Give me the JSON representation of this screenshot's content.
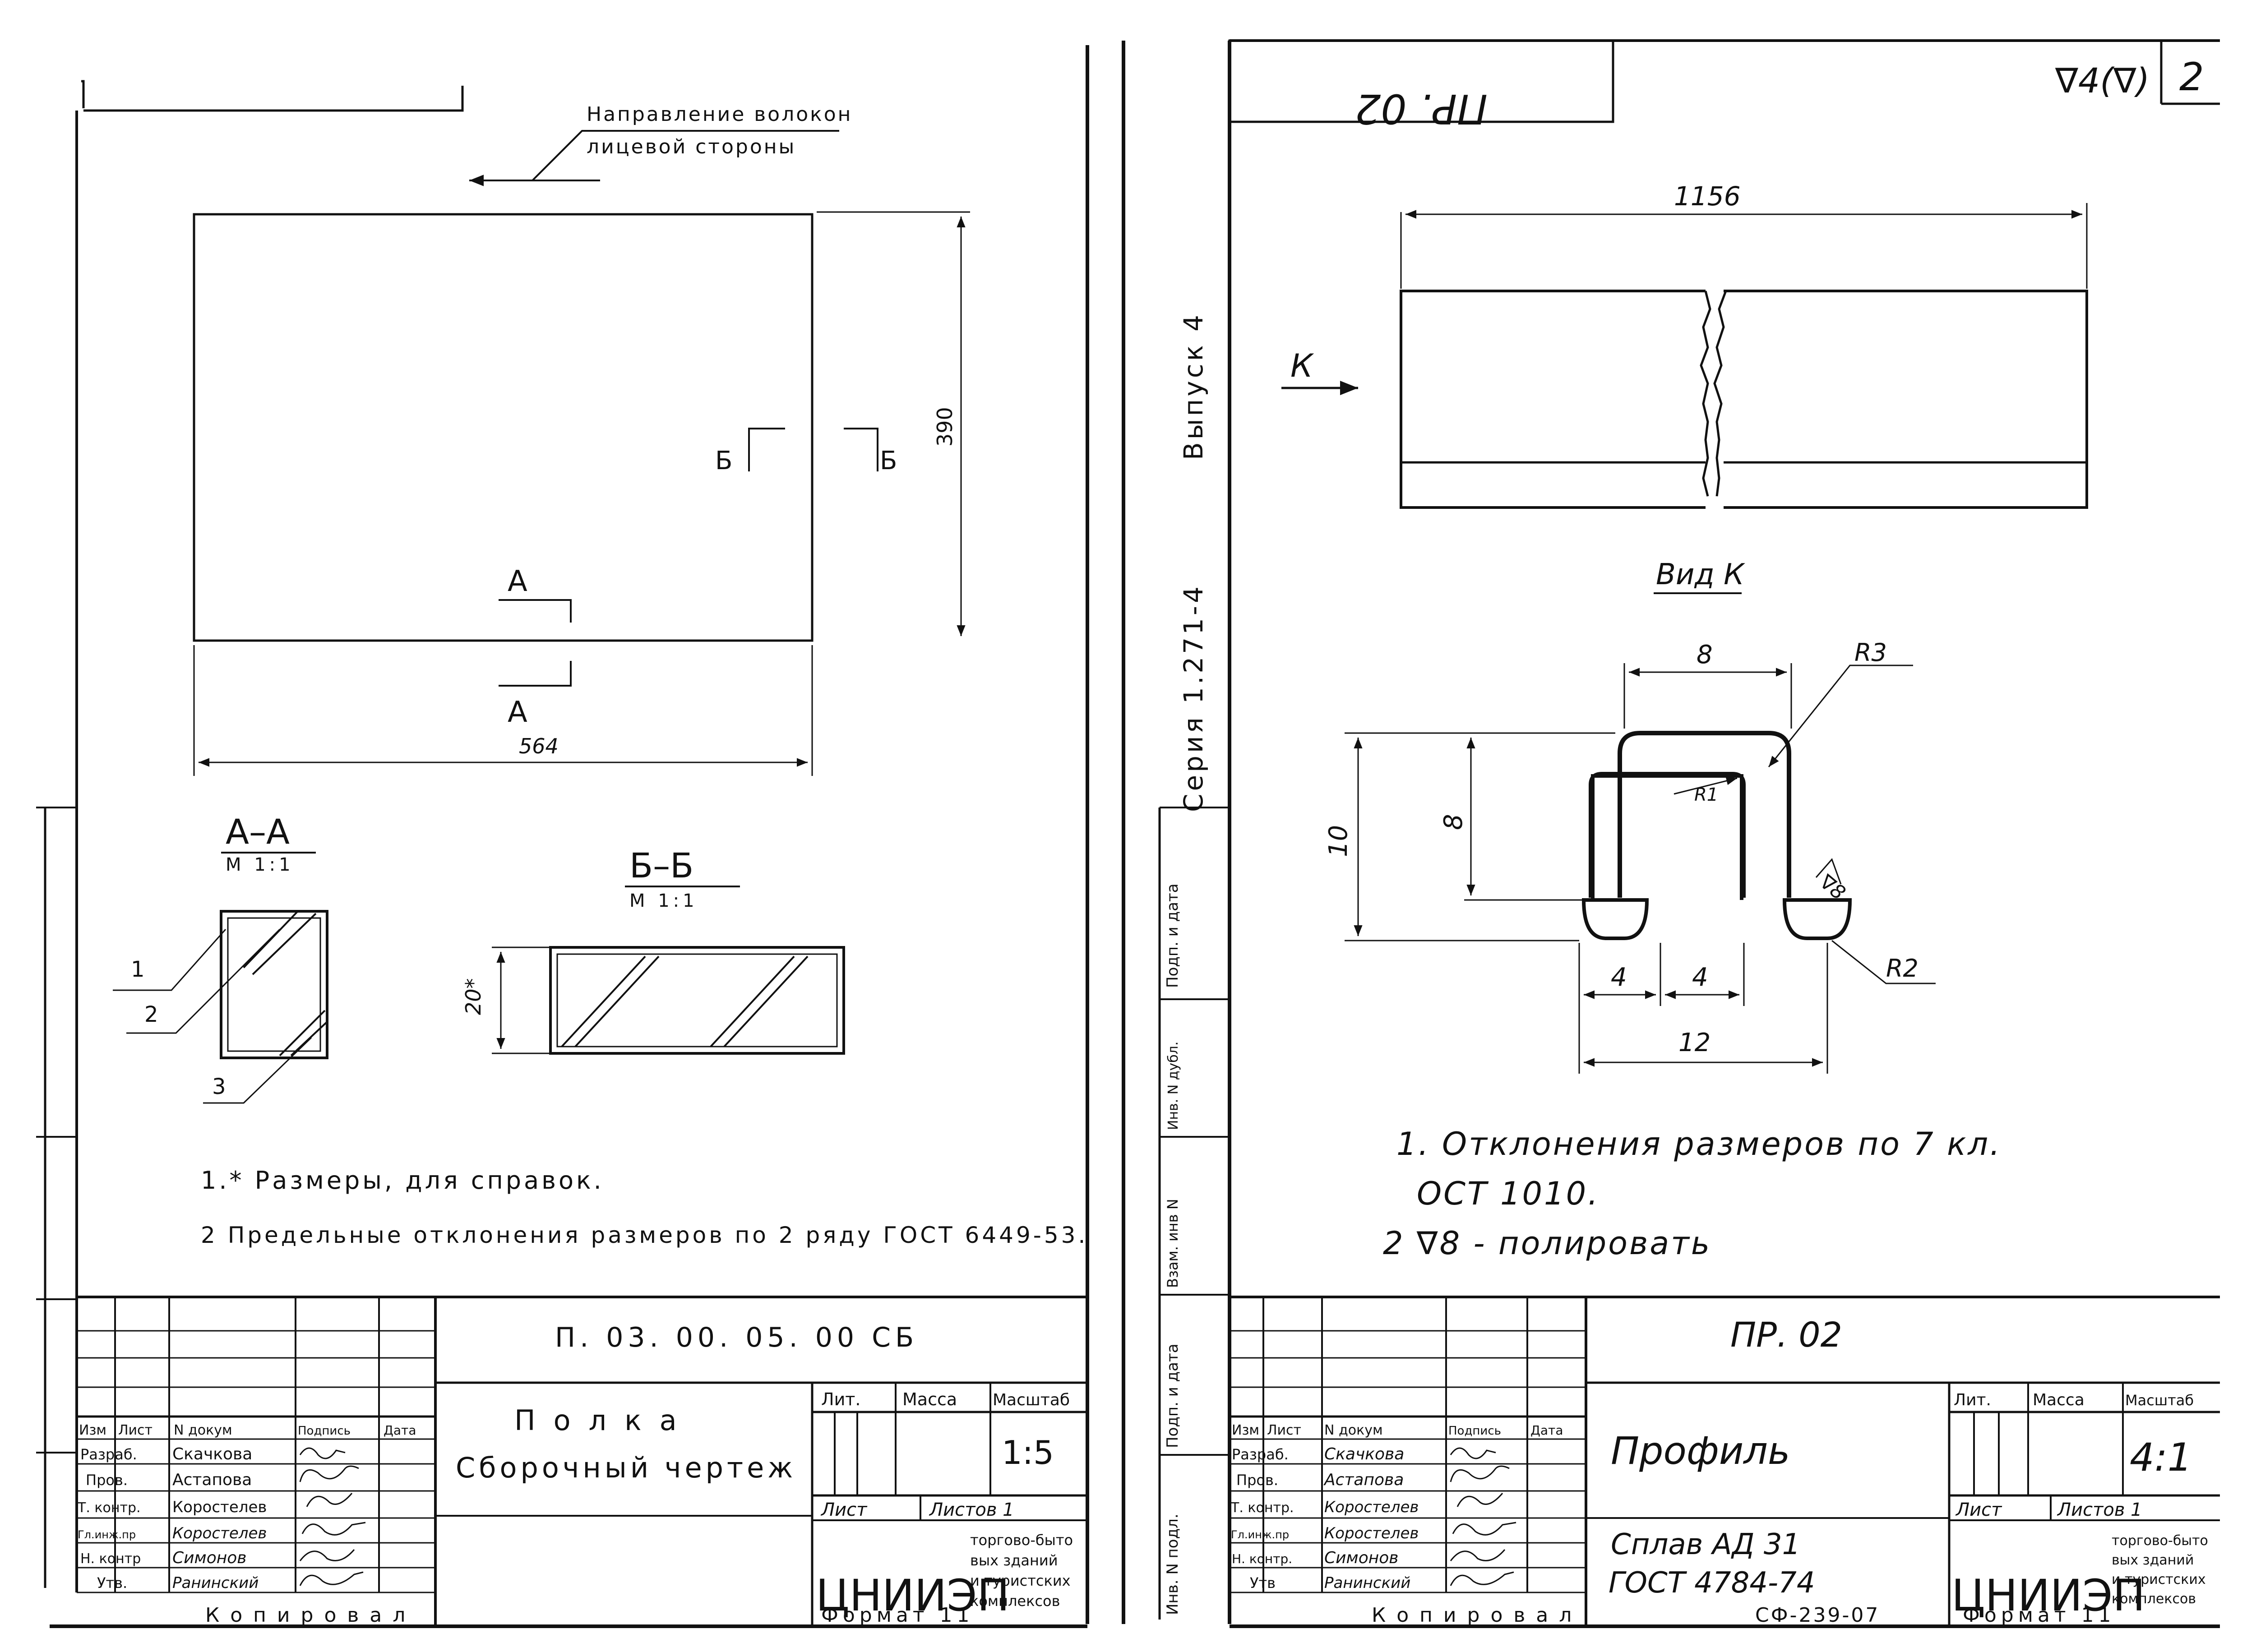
{
  "left_sheet": {
    "fiber_note_line1": "Направление волокон",
    "fiber_note_line2": "лицевой стороны",
    "dim_length": "564",
    "dim_height": "390",
    "section_mark_a_top": "А",
    "section_mark_a_bottom": "А",
    "section_mark_b_left": "Б",
    "section_mark_b_right": "Б",
    "section_aa_title": "А–А",
    "section_aa_scale": "М 1:1",
    "section_bb_title": "Б–Б",
    "section_bb_scale": "М 1:1",
    "section_bb_dim": "20*",
    "callout_1": "1",
    "callout_2": "2",
    "callout_3": "3",
    "note_1": "1.* Размеры, для справок.",
    "note_2": "2 Предельные отклонения размеров по 2 ряду ГОСТ 6449-53.",
    "title_block": {
      "doc_code": "П. 03. 00. 05. 00 СБ",
      "name_line1": "Полка",
      "name_line2": "Сборочный чертеж",
      "header_cols": [
        "Изм",
        "Лист",
        "N докум",
        "Подпись",
        "Дата"
      ],
      "roles": [
        "Разраб.",
        "Пров.",
        "Т. контр.",
        "Гл.инж.пр",
        "Н. контр",
        "Утв."
      ],
      "names": [
        "Скачкова",
        "Астапова",
        "Коростелев",
        "Коростелев",
        "Симонов",
        "Ранинский"
      ],
      "lit_label": "Лит.",
      "mass_label": "Масса",
      "scale_label": "Масштаб",
      "scale_value": "1:5",
      "sheet_label": "Лист",
      "sheets_label": "Листов 1",
      "org_abbr": "ЦНИИЭП",
      "org_line1": "торгово-быто",
      "org_line2": "вых зданий",
      "org_line3": "и туристских",
      "org_line4": "комплексов"
    },
    "copied_label": "Копировал",
    "format_label": "Формат 11"
  },
  "middle_strip": {
    "series": "Серия 1.271-4",
    "issue": "Выпуск 4",
    "strip_labels": [
      "Подп. и дата",
      "Инв. N дубл.",
      "Взам. инв N",
      "Подп. и дата",
      "Инв. N подл."
    ]
  },
  "right_sheet": {
    "mirrored_code": "ПР. 02",
    "roughness_mark": "∇4(∇)",
    "corner_digit": "2",
    "dim_length": "1156",
    "view_arrow_label": "К",
    "view_title": "Вид К",
    "dims": {
      "top_width": "8",
      "radius_outer": "R3",
      "radius_inner": "R1",
      "height_outer": "10",
      "height_inner": "8",
      "finish": "∇8",
      "radius_bottom": "R2",
      "bottom_a": "4",
      "bottom_b": "4",
      "bottom_total": "12"
    },
    "note_1_line1": "1. Отклонения размеров по 7 кл.",
    "note_1_line2": "ОСТ 1010.",
    "note_2": "2 ∇8 - полировать",
    "title_block": {
      "doc_code": "ПР. 02",
      "name": "Профиль",
      "material_line1": "Сплав АД 31",
      "material_line2": "ГОСТ 4784-74",
      "header_cols": [
        "Изм",
        "Лист",
        "N докум",
        "Подпись",
        "Дата"
      ],
      "roles": [
        "Разраб.",
        "Пров.",
        "Т. контр.",
        "Гл.инж.пр",
        "Н. контр.",
        "Утв"
      ],
      "names": [
        "Скачкова",
        "Астапова",
        "Коростелев",
        "Коростелев",
        "Симонов",
        "Ранинский"
      ],
      "lit_label": "Лит.",
      "mass_label": "Масса",
      "scale_label": "Масштаб",
      "scale_value": "4:1",
      "sheet_label": "Лист",
      "sheets_label": "Листов 1",
      "org_abbr": "ЦНИИЭП",
      "org_line1": "торгово-быто",
      "org_line2": "вых зданий",
      "org_line3": "и туристских",
      "org_line4": "комплексов"
    },
    "copied_label": "Копировал",
    "sheet_code": "СФ-239-07",
    "format_label": "Формат 11"
  }
}
